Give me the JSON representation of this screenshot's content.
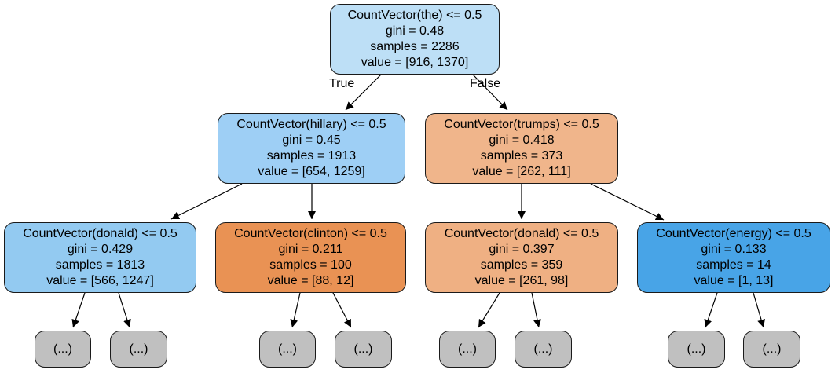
{
  "tree": {
    "nodes": [
      {
        "id": "root",
        "lines": [
          "CountVector(the) <= 0.5",
          "gini = 0.48",
          "samples = 2286",
          "value = [916, 1370]"
        ],
        "fill": "#bddff6"
      },
      {
        "id": "hillary",
        "lines": [
          "CountVector(hillary) <= 0.5",
          "gini = 0.45",
          "samples = 1913",
          "value = [654, 1259]"
        ],
        "fill": "#9ecff5"
      },
      {
        "id": "trumps",
        "lines": [
          "CountVector(trumps) <= 0.5",
          "gini = 0.418",
          "samples = 373",
          "value = [262, 111]"
        ],
        "fill": "#f0b58b"
      },
      {
        "id": "donald_left",
        "lines": [
          "CountVector(donald) <= 0.5",
          "gini = 0.429",
          "samples = 1813",
          "value = [566, 1247]"
        ],
        "fill": "#93caf1"
      },
      {
        "id": "clinton",
        "lines": [
          "CountVector(clinton) <= 0.5",
          "gini = 0.211",
          "samples = 100",
          "value = [88, 12]"
        ],
        "fill": "#e99254"
      },
      {
        "id": "donald_right",
        "lines": [
          "CountVector(donald) <= 0.5",
          "gini = 0.397",
          "samples = 359",
          "value = [261, 98]"
        ],
        "fill": "#efb083"
      },
      {
        "id": "energy",
        "lines": [
          "CountVector(energy) <= 0.5",
          "gini = 0.133",
          "samples = 14",
          "value = [1, 13]"
        ],
        "fill": "#48a4e7"
      },
      {
        "id": "t1",
        "lines": [
          "(...)"
        ],
        "fill": "#c0c0c0"
      },
      {
        "id": "t2",
        "lines": [
          "(...)"
        ],
        "fill": "#c0c0c0"
      },
      {
        "id": "t3",
        "lines": [
          "(...)"
        ],
        "fill": "#c0c0c0"
      },
      {
        "id": "t4",
        "lines": [
          "(...)"
        ],
        "fill": "#c0c0c0"
      },
      {
        "id": "t5",
        "lines": [
          "(...)"
        ],
        "fill": "#c0c0c0"
      },
      {
        "id": "t6",
        "lines": [
          "(...)"
        ],
        "fill": "#c0c0c0"
      },
      {
        "id": "t7",
        "lines": [
          "(...)"
        ],
        "fill": "#c0c0c0"
      },
      {
        "id": "t8",
        "lines": [
          "(...)"
        ],
        "fill": "#c0c0c0"
      }
    ],
    "edges": [
      {
        "from": "root",
        "to": "hillary",
        "label": "True"
      },
      {
        "from": "root",
        "to": "trumps",
        "label": "False"
      },
      {
        "from": "hillary",
        "to": "donald_left"
      },
      {
        "from": "hillary",
        "to": "clinton"
      },
      {
        "from": "trumps",
        "to": "donald_right"
      },
      {
        "from": "trumps",
        "to": "energy"
      },
      {
        "from": "donald_left",
        "to": "t1"
      },
      {
        "from": "donald_left",
        "to": "t2"
      },
      {
        "from": "clinton",
        "to": "t3"
      },
      {
        "from": "clinton",
        "to": "t4"
      },
      {
        "from": "donald_right",
        "to": "t5"
      },
      {
        "from": "donald_right",
        "to": "t6"
      },
      {
        "from": "energy",
        "to": "t7"
      },
      {
        "from": "energy",
        "to": "t8"
      }
    ],
    "edge_color": "#000000",
    "border_color": "#1a1a1a"
  }
}
